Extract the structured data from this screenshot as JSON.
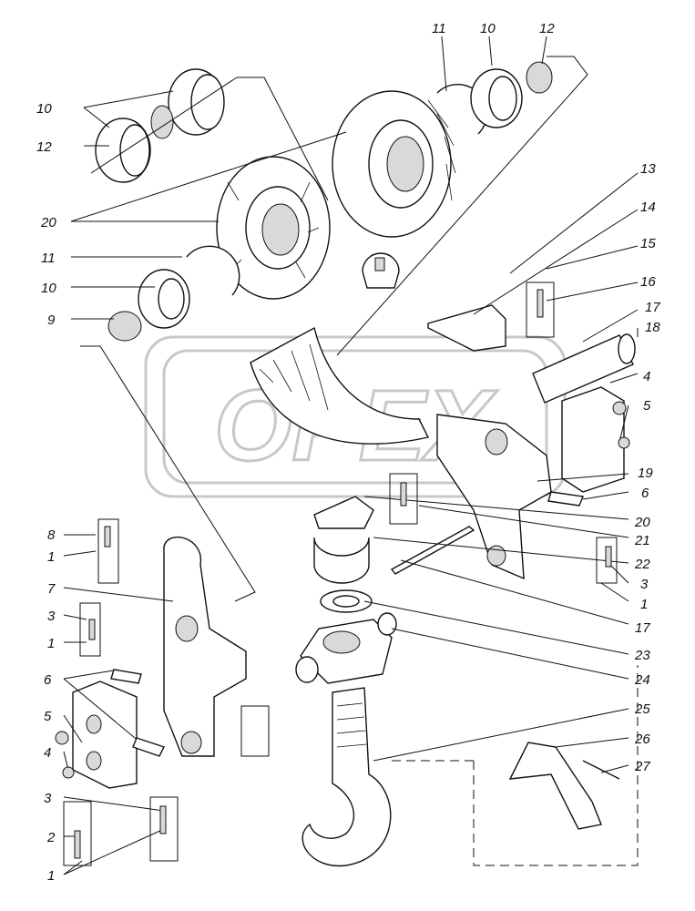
{
  "watermark": {
    "text": "OPEX"
  },
  "callouts": {
    "c11a": "11",
    "c10a": "10",
    "c12": "12",
    "c10b": "10",
    "c12b": "12",
    "c20": "20",
    "c11b": "11",
    "c10c": "10",
    "c9": "9",
    "c13": "13",
    "c14": "14",
    "c15": "15",
    "c16": "16",
    "c17a": "17",
    "c18": "18",
    "c4a": "4",
    "c5a": "5",
    "c19": "19",
    "c6a": "6",
    "c20b": "20",
    "c21": "21",
    "c22": "22",
    "c3a": "3",
    "c1a": "1",
    "c8": "8",
    "c1b": "1",
    "c7": "7",
    "c3b": "3",
    "c1c": "1",
    "c6b": "6",
    "c5b": "5",
    "c4b": "4",
    "c3c": "3",
    "c2": "2",
    "c1d": "1",
    "c17b": "17",
    "c23": "23",
    "c24": "24",
    "c25": "25",
    "c26": "26",
    "c27": "27"
  }
}
